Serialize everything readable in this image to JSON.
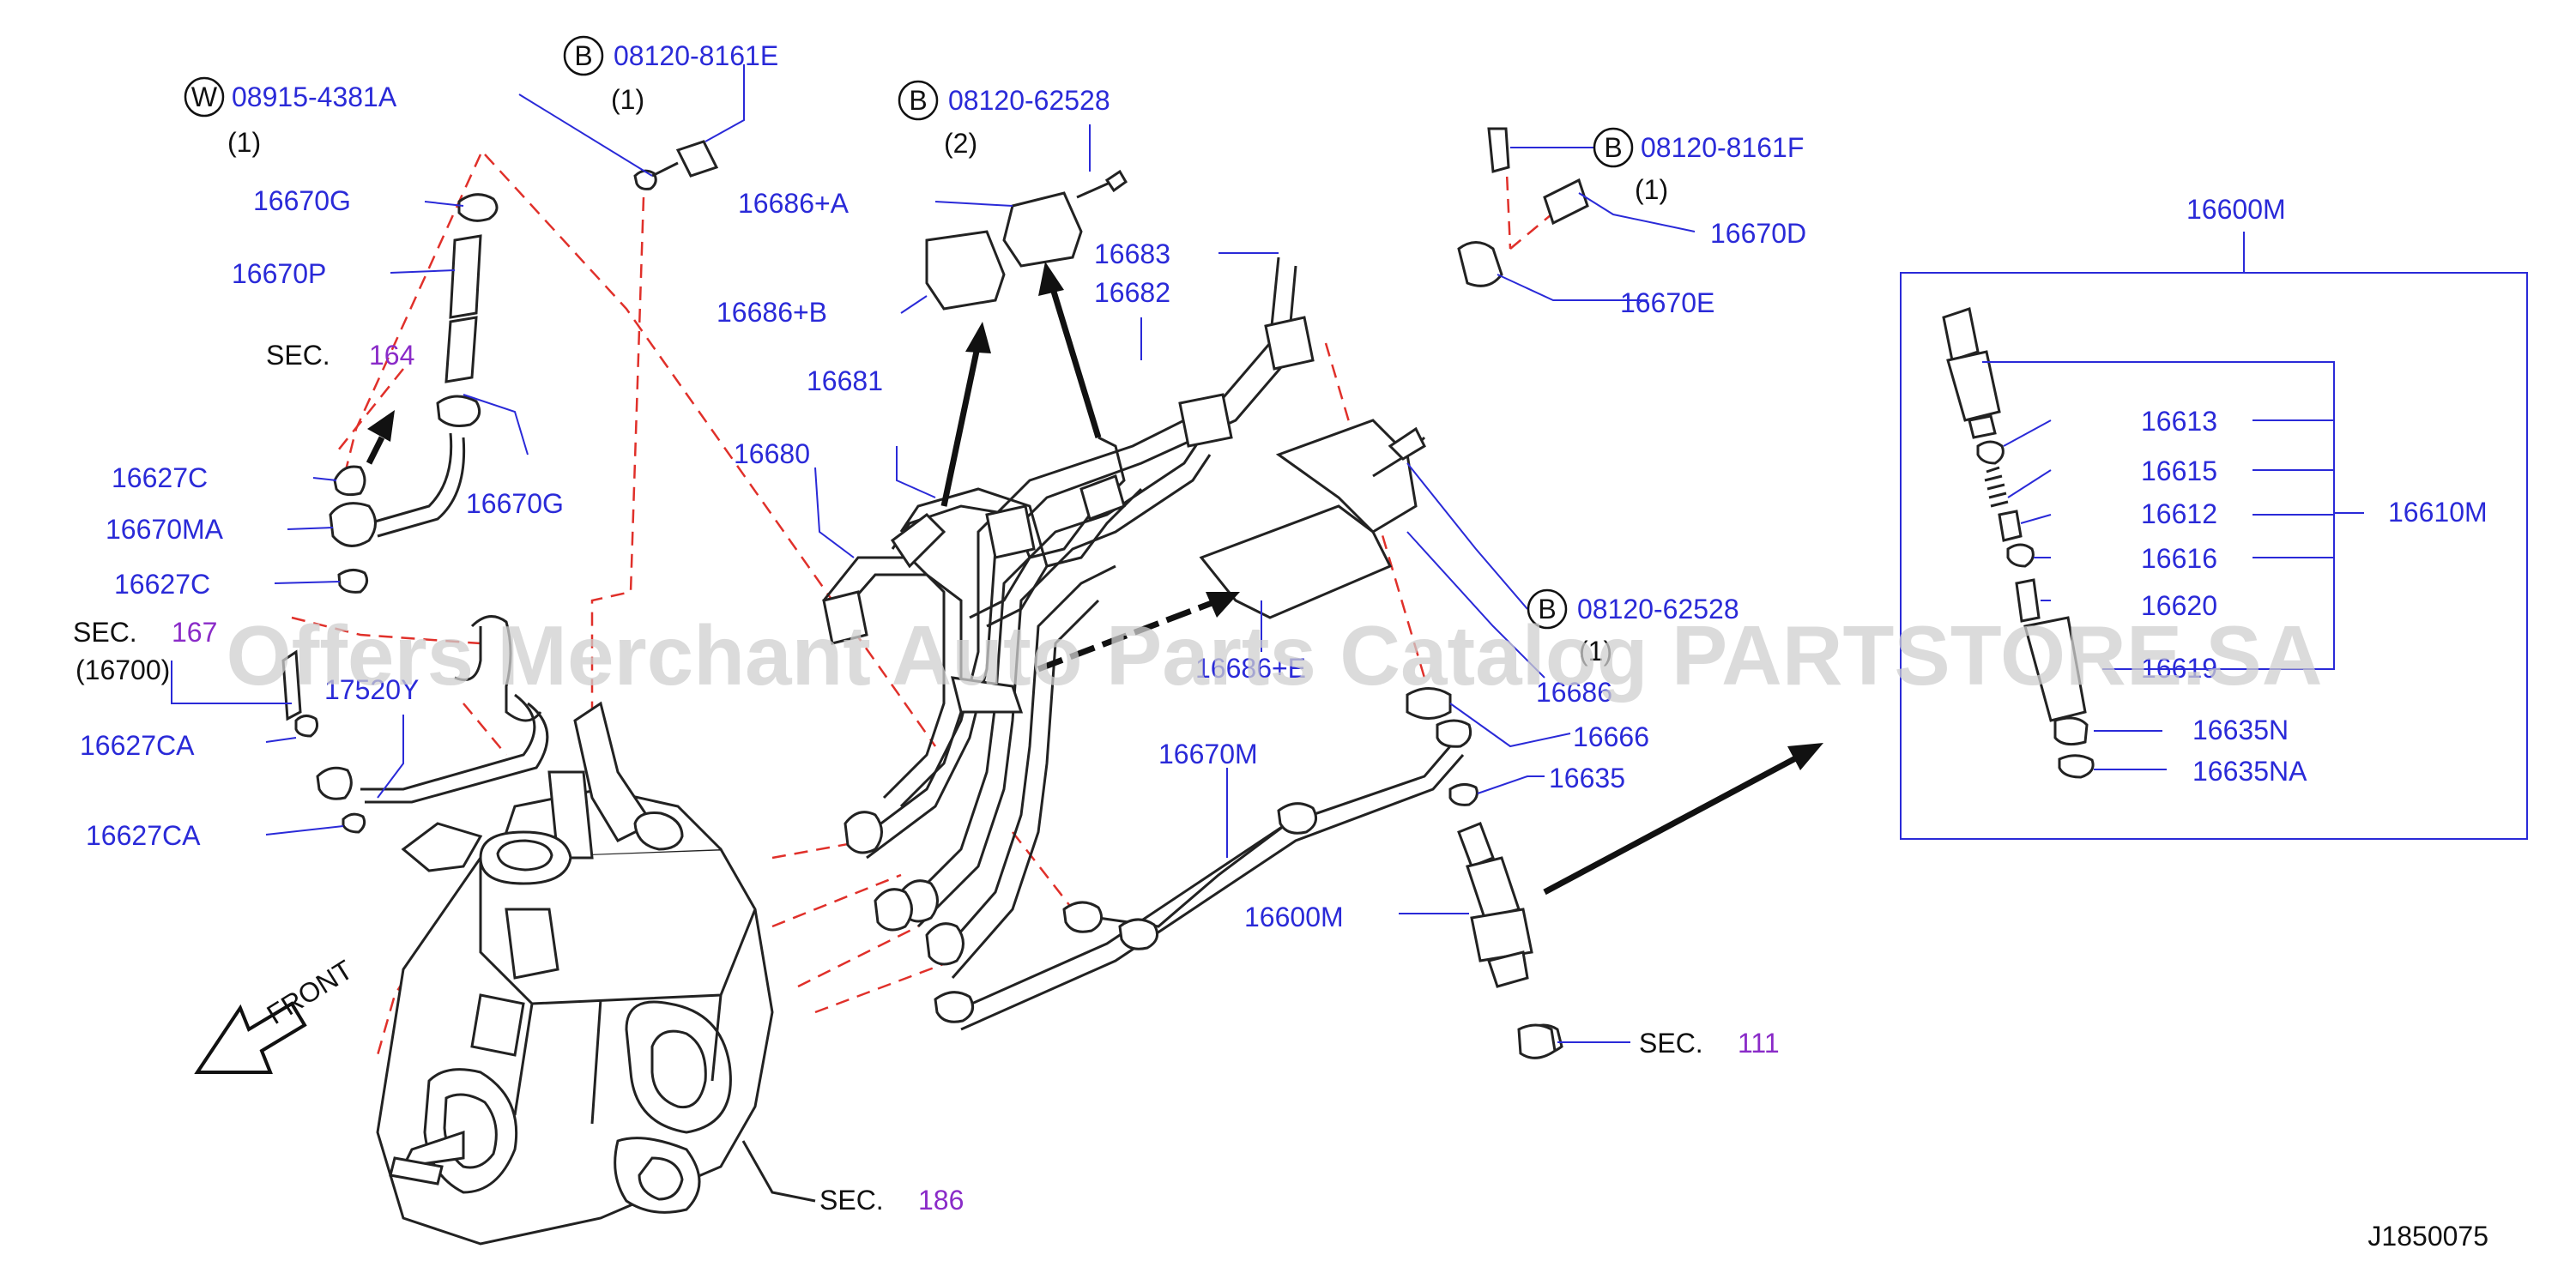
{
  "diagram_id": "J1850075",
  "watermark": "Offers Merchant Auto Parts Catalog PARTSTORE.SA",
  "front_label": "FRONT",
  "callouts": {
    "w_08915_4381a": {
      "circle": "W",
      "part": "08915-4381A",
      "qty": "(1)"
    },
    "b_08120_8161e": {
      "circle": "B",
      "part": "08120-8161E",
      "qty": "(1)"
    },
    "b_08120_62528_top": {
      "circle": "B",
      "part": "08120-62528",
      "qty": "(2)"
    },
    "b_08120_8161f": {
      "circle": "B",
      "part": "08120-8161F",
      "qty": "(1)"
    },
    "b_08120_62528_mid": {
      "circle": "B",
      "part": "08120-62528",
      "qty": "(1)"
    }
  },
  "labels": {
    "p16670g_top": "16670G",
    "p16670p": "16670P",
    "p16670g_bot": "16670G",
    "p16627c_1": "16627C",
    "p16670ma": "16670MA",
    "p16627c_2": "16627C",
    "p16627ca_1": "16627CA",
    "p16627ca_2": "16627CA",
    "p17520y": "17520Y",
    "p16686a": "16686+A",
    "p16686b": "16686+B",
    "p16681": "16681",
    "p16680": "16680",
    "p16683": "16683",
    "p16682": "16682",
    "p16686e": "16686+E",
    "p16670d": "16670D",
    "p16670e": "16670E",
    "p16686": "16686",
    "p16666": "16666",
    "p16635": "16635",
    "p16670m": "16670M",
    "p16600m_main": "16600M",
    "p16600m_box": "16600M",
    "p16613": "16613",
    "p16615": "16615",
    "p16612": "16612",
    "p16610m": "16610M",
    "p16616": "16616",
    "p16620": "16620",
    "p16619": "16619",
    "p16635n": "16635N",
    "p16635na": "16635NA"
  },
  "sections": {
    "sec164": {
      "prefix": "SEC.",
      "number": "164"
    },
    "sec167": {
      "prefix": "SEC.",
      "number": "167",
      "sub": "(16700)"
    },
    "sec111": {
      "prefix": "SEC.",
      "number": "111"
    },
    "sec186": {
      "prefix": "SEC.",
      "number": "186"
    }
  }
}
